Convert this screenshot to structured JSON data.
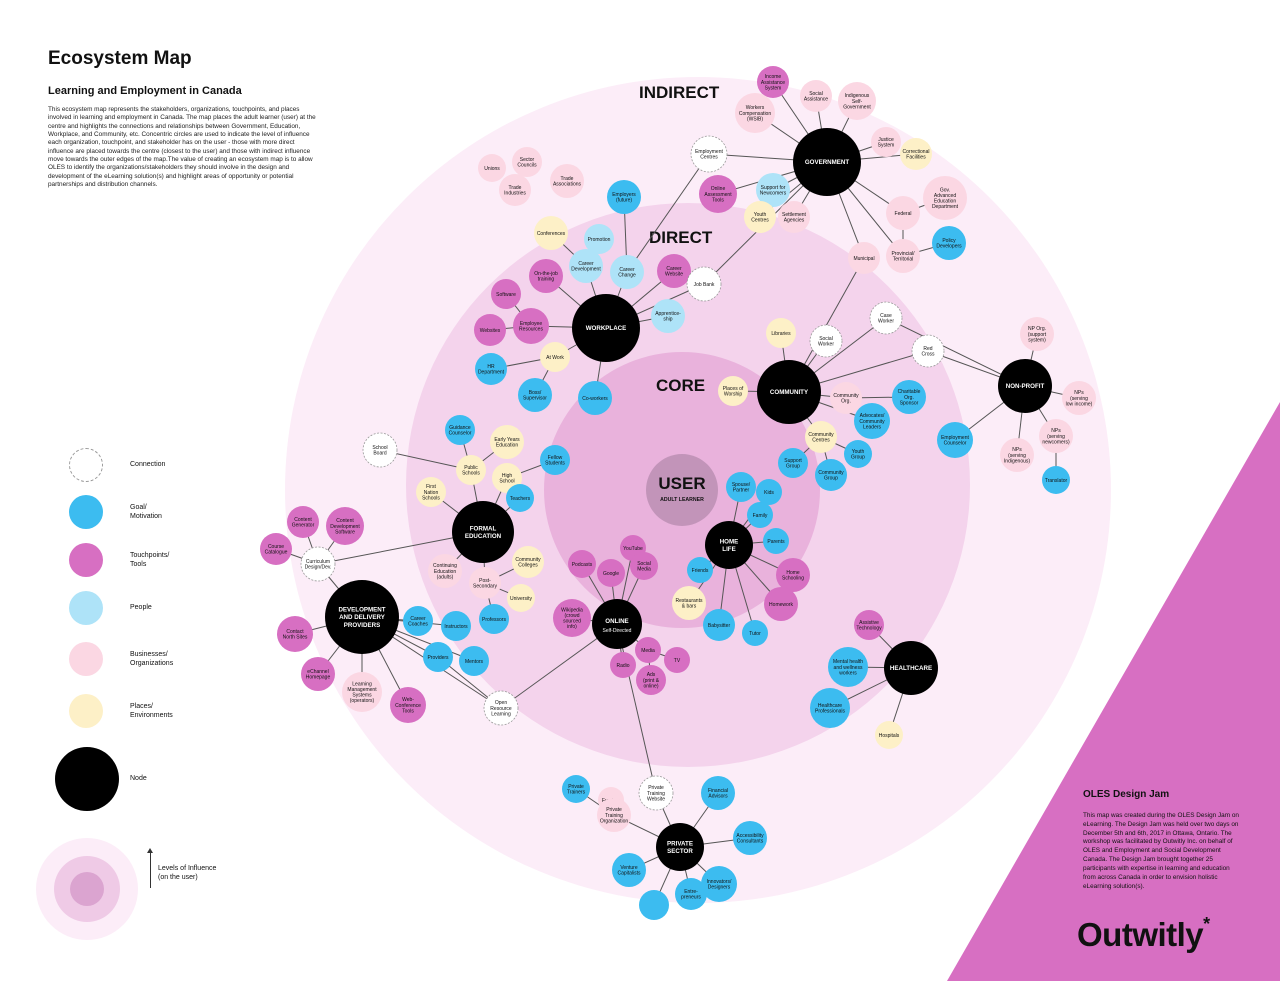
{
  "header": {
    "title": "Ecosystem Map",
    "subtitle": "Learning and Employment in Canada",
    "description": "This ecosystem map represents the stakeholders, organizations, touchpoints, and places involved in learning and employment in Canada. The map places the adult learner (user) at the centre and highlights the connections and relationships between Government, Education, Workplace, and Community, etc. Concentric circles are used to indicate the level of influence each organization, touchpoint, and stakeholder has on the user - those with more direct influence are placed towards the centre (closest to the user) and those with indirect influence move towards the outer edges of the map.The value of creating an ecosystem map is to allow OLES to identify the organizations/stakeholders they should involve in the design and development of the eLearning solution(s) and highlight areas of opportunity or potential partnerships and distribution channels."
  },
  "colors": {
    "connection": "#ffffff",
    "goal": "#3cbcf0",
    "touchpoint": "#d76fc2",
    "people": "#aee3f8",
    "business": "#fbd7e3",
    "place": "#fdf0c7",
    "node": "#000000",
    "ring_outer": "#fcedf8",
    "ring_middle": "#f4d3ec",
    "ring_inner": "#e9b2dc",
    "user_fill": "#c294b9",
    "accent": "#d76fc2"
  },
  "legend": [
    {
      "type": "connection",
      "label": "Connection"
    },
    {
      "type": "goal",
      "label": "Goal/\nMotivation"
    },
    {
      "type": "touchpoint",
      "label": "Touchpoints/\nTools"
    },
    {
      "type": "people",
      "label": "People"
    },
    {
      "type": "business",
      "label": "Businesses/\nOrganizations"
    },
    {
      "type": "place",
      "label": "Places/\nEnvironments"
    },
    {
      "type": "node",
      "label": "Node"
    }
  ],
  "levels_label": "Levels of Influence\n(on the user)",
  "rings": {
    "indirect": "INDIRECT",
    "direct": "DIRECT",
    "core": "CORE"
  },
  "center": {
    "title": "USER",
    "sub": "ADULT LEARNER"
  },
  "hubs": [
    {
      "id": "government",
      "label": "GOVERNMENT"
    },
    {
      "id": "workplace",
      "label": "WORKPLACE"
    },
    {
      "id": "community",
      "label": "COMMUNITY"
    },
    {
      "id": "nonprofit",
      "label": "NON-PROFIT"
    },
    {
      "id": "formal_ed",
      "label": "FORMAL\nEDUCATION"
    },
    {
      "id": "dev_providers",
      "label": "DEVELOPMENT\nAND DELIVERY\nPROVIDERS"
    },
    {
      "id": "home_life",
      "label": "HOME\nLIFE"
    },
    {
      "id": "online",
      "label": "ONLINE",
      "sub": "Self-Directed"
    },
    {
      "id": "healthcare",
      "label": "HEALTHCARE"
    },
    {
      "id": "private_sector",
      "label": "PRIVATE\nSECTOR"
    }
  ],
  "nodes": [
    {
      "id": "income_assist",
      "label": "Income\nAssistance\nSystem",
      "type": "touchpoint"
    },
    {
      "id": "social_assist",
      "label": "Social\nAssistance",
      "type": "business"
    },
    {
      "id": "indig_gov",
      "label": "Indigenous\nSelf-\nGovernment",
      "type": "business"
    },
    {
      "id": "wsib",
      "label": "Workers\nCompensation\n(WSIB)",
      "type": "business"
    },
    {
      "id": "justice",
      "label": "Justice\nSystem",
      "type": "business"
    },
    {
      "id": "correctional",
      "label": "Correctional\nFacilities",
      "type": "place"
    },
    {
      "id": "employment_centres",
      "label": "Employment\nCentres",
      "type": "connection"
    },
    {
      "id": "online_assess",
      "label": "Online\nAssessment\nTools",
      "type": "touchpoint"
    },
    {
      "id": "support_newcomers",
      "label": "Support for\nNewcomers",
      "type": "people"
    },
    {
      "id": "youth_centres",
      "label": "Youth\nCentres",
      "type": "place"
    },
    {
      "id": "settlement",
      "label": "Settlement\nAgencies",
      "type": "business"
    },
    {
      "id": "federal",
      "label": "Federal",
      "type": "business"
    },
    {
      "id": "gov_dept",
      "label": "Gov.\nAdvanced\nEducation\nDepartment",
      "type": "business"
    },
    {
      "id": "policy_dev",
      "label": "Policy\nDevelopers",
      "type": "goal"
    },
    {
      "id": "provincial",
      "label": "Provincial/\nTerritorial",
      "type": "business"
    },
    {
      "id": "municipal",
      "label": "Municipal",
      "type": "business"
    },
    {
      "id": "unions",
      "label": "Unions",
      "type": "business"
    },
    {
      "id": "sector_councils",
      "label": "Sector\nCouncils",
      "type": "business"
    },
    {
      "id": "trade_industries",
      "label": "Trade\nIndustries",
      "type": "business"
    },
    {
      "id": "trade_assoc",
      "label": "Trade\nAssociations",
      "type": "business"
    },
    {
      "id": "employers",
      "label": "Employers\n(future)",
      "type": "goal"
    },
    {
      "id": "conferences",
      "label": "Conferences",
      "type": "place"
    },
    {
      "id": "promotion",
      "label": "Promotion",
      "type": "people"
    },
    {
      "id": "career_dev",
      "label": "Career\nDevelopment",
      "type": "people"
    },
    {
      "id": "career_change",
      "label": "Career\nChange",
      "type": "people"
    },
    {
      "id": "career_website",
      "label": "Career\nWebsite",
      "type": "touchpoint"
    },
    {
      "id": "job_bank",
      "label": "Job Bank",
      "type": "connection"
    },
    {
      "id": "ojt",
      "label": "On-the-job\ntraining",
      "type": "touchpoint"
    },
    {
      "id": "software",
      "label": "Software",
      "type": "touchpoint"
    },
    {
      "id": "websites",
      "label": "Websites",
      "type": "touchpoint"
    },
    {
      "id": "emp_resources",
      "label": "Employee\nResources",
      "type": "touchpoint"
    },
    {
      "id": "apprenticeship",
      "label": "Apprentice-\nship",
      "type": "people"
    },
    {
      "id": "at_work",
      "label": "At Work",
      "type": "place"
    },
    {
      "id": "hr_dept",
      "label": "HR\nDepartment",
      "type": "goal"
    },
    {
      "id": "boss",
      "label": "Boss/\nSupervisor",
      "type": "goal"
    },
    {
      "id": "coworkers",
      "label": "Co-workers",
      "type": "goal"
    },
    {
      "id": "case_worker",
      "label": "Case\nWorker",
      "type": "connection"
    },
    {
      "id": "libraries",
      "label": "Libraries",
      "type": "place"
    },
    {
      "id": "social_worker",
      "label": "Social\nWorker",
      "type": "connection"
    },
    {
      "id": "red_cross",
      "label": "Red\nCross",
      "type": "connection"
    },
    {
      "id": "worship",
      "label": "Places of\nWorship",
      "type": "place"
    },
    {
      "id": "community_org",
      "label": "Community\nOrg.",
      "type": "business"
    },
    {
      "id": "charitable",
      "label": "Charitable\nOrg.\nSponsor",
      "type": "goal"
    },
    {
      "id": "advocates",
      "label": "Advocates/\nCommunity\nLeaders",
      "type": "goal"
    },
    {
      "id": "community_centres",
      "label": "Community\nCentres",
      "type": "place"
    },
    {
      "id": "youth_group",
      "label": "Youth\nGroup",
      "type": "goal"
    },
    {
      "id": "support_group",
      "label": "Support\nGroup",
      "type": "goal"
    },
    {
      "id": "community_group",
      "label": "Community\nGroup",
      "type": "goal"
    },
    {
      "id": "np_org",
      "label": "NP Org.\n(support\nsystem)",
      "type": "business"
    },
    {
      "id": "nps_low_income",
      "label": "NPs\n(serving\nlow income)",
      "type": "business"
    },
    {
      "id": "nps_newcomers",
      "label": "NPs\n(serving\nnewcomers)",
      "type": "business"
    },
    {
      "id": "nps_indigenous",
      "label": "NPs\n(serving\nIndigenous)",
      "type": "business"
    },
    {
      "id": "emp_counselor",
      "label": "Employment\nCounselor",
      "type": "goal"
    },
    {
      "id": "translator",
      "label": "Translator",
      "type": "goal"
    },
    {
      "id": "school_board",
      "label": "School\nBoard",
      "type": "connection"
    },
    {
      "id": "guidance",
      "label": "Guidance\nCounselor",
      "type": "goal"
    },
    {
      "id": "early_years",
      "label": "Early Years\nEducation",
      "type": "place"
    },
    {
      "id": "public_schools",
      "label": "Public\nSchools",
      "type": "place"
    },
    {
      "id": "high_school",
      "label": "High\nSchool",
      "type": "place"
    },
    {
      "id": "fellow_students",
      "label": "Fellow\nStudents",
      "type": "goal"
    },
    {
      "id": "first_nation",
      "label": "First\nNation\nSchools",
      "type": "place"
    },
    {
      "id": "teachers",
      "label": "Teachers",
      "type": "goal"
    },
    {
      "id": "continuing_ed",
      "label": "Continuing\nEducation\n(adults)",
      "type": "business"
    },
    {
      "id": "community_colleges",
      "label": "Community\nColleges",
      "type": "place"
    },
    {
      "id": "post_secondary",
      "label": "Post-\nSecondary",
      "type": "business"
    },
    {
      "id": "university",
      "label": "University",
      "type": "place"
    },
    {
      "id": "professors",
      "label": "Professors",
      "type": "goal"
    },
    {
      "id": "content_gen",
      "label": "Content\nGenerator",
      "type": "touchpoint"
    },
    {
      "id": "content_dev",
      "label": "Content\nDevelopment\nSoftware",
      "type": "touchpoint"
    },
    {
      "id": "course_catalogue",
      "label": "Course\nCatalogue",
      "type": "touchpoint"
    },
    {
      "id": "curriculum",
      "label": "Curriculum\nDesign/Dev.",
      "type": "connection"
    },
    {
      "id": "contact_north",
      "label": "Contact\nNorth Sites",
      "type": "touchpoint"
    },
    {
      "id": "career_coaches",
      "label": "Career\nCoaches",
      "type": "goal"
    },
    {
      "id": "instructors",
      "label": "Instructors",
      "type": "goal"
    },
    {
      "id": "providers",
      "label": "Providers",
      "type": "goal"
    },
    {
      "id": "mentors",
      "label": "Mentors",
      "type": "goal"
    },
    {
      "id": "echannel",
      "label": "eChannel\nHomepage",
      "type": "touchpoint"
    },
    {
      "id": "lms",
      "label": "Learning\nManagement\nSystems\n(operators)",
      "type": "business"
    },
    {
      "id": "web_conf",
      "label": "Web-\nConference\nTools",
      "type": "touchpoint"
    },
    {
      "id": "oer",
      "label": "Open\nResource\nLearning",
      "type": "connection"
    },
    {
      "id": "spouse",
      "label": "Spouse/\nPartner",
      "type": "goal"
    },
    {
      "id": "kids",
      "label": "Kids",
      "type": "goal"
    },
    {
      "id": "family",
      "label": "Family",
      "type": "goal"
    },
    {
      "id": "parents",
      "label": "Parents",
      "type": "goal"
    },
    {
      "id": "friends",
      "label": "Friends",
      "type": "goal"
    },
    {
      "id": "home_schooling",
      "label": "Home\nSchooling",
      "type": "touchpoint"
    },
    {
      "id": "restaurants",
      "label": "Restaurants\n& bars",
      "type": "place"
    },
    {
      "id": "homework",
      "label": "Homework",
      "type": "touchpoint"
    },
    {
      "id": "babysitter",
      "label": "Babysitter",
      "type": "goal"
    },
    {
      "id": "tutor",
      "label": "Tutor",
      "type": "goal"
    },
    {
      "id": "youtube",
      "label": "YouTube",
      "type": "touchpoint"
    },
    {
      "id": "podcasts",
      "label": "Podcasts",
      "type": "touchpoint"
    },
    {
      "id": "google",
      "label": "Google",
      "type": "touchpoint"
    },
    {
      "id": "social_media",
      "label": "Social\nMedia",
      "type": "touchpoint"
    },
    {
      "id": "wikipedia",
      "label": "Wikipedia\n(crowd\nsourced\ninfo)",
      "type": "touchpoint"
    },
    {
      "id": "media",
      "label": "Media",
      "type": "touchpoint"
    },
    {
      "id": "radio",
      "label": "Radio",
      "type": "touchpoint"
    },
    {
      "id": "tv",
      "label": "TV",
      "type": "touchpoint"
    },
    {
      "id": "ads",
      "label": "Ads\n(print &\nonline)",
      "type": "touchpoint"
    },
    {
      "id": "assistive",
      "label": "Assistive\nTechnology",
      "type": "touchpoint"
    },
    {
      "id": "mental_health",
      "label": "Mental health\nand wellness\nworkers",
      "type": "goal"
    },
    {
      "id": "health_pros",
      "label": "Healthcare\nProfessionals",
      "type": "goal"
    },
    {
      "id": "hospitals",
      "label": "Hospitals",
      "type": "place"
    },
    {
      "id": "private_trainers",
      "label": "Private\nTrainers",
      "type": "goal"
    },
    {
      "id": "private_website",
      "label": "Private\nTraining\nWebsite",
      "type": "connection"
    },
    {
      "id": "funders",
      "label": "Funders",
      "type": "business"
    },
    {
      "id": "private_org",
      "label": "Private\nTraining\nOrganization",
      "type": "business"
    },
    {
      "id": "financial",
      "label": "Financial\nAdvisors",
      "type": "goal"
    },
    {
      "id": "accessibility",
      "label": "Accessibility\nConsultants",
      "type": "goal"
    },
    {
      "id": "venture",
      "label": "Venture\nCapitalists",
      "type": "goal"
    },
    {
      "id": "innovators",
      "label": "Innovators/\nDesigners",
      "type": "goal"
    },
    {
      "id": "entrepreneurs",
      "label": "Entre-\npreneurs",
      "type": "goal"
    },
    {
      "id": "ps_blank",
      "label": "",
      "type": "goal"
    }
  ],
  "footer": {
    "jam_title": "OLES Design Jam",
    "jam_text": "This map was created during the OLES Design Jam on eLearning. The Design Jam was held over two days on December 5th and 6th, 2017 in Ottawa, Ontario. The workshop was facilitated by Outwitly Inc. on behalf of OLES and Employment and Social Development Canada. The Design Jam brought together 25 participants with expertise in learning and education from across Canada in order to envision holistic eLearning solution(s).",
    "brand": "Outwitly",
    "brand_mark": "*"
  }
}
